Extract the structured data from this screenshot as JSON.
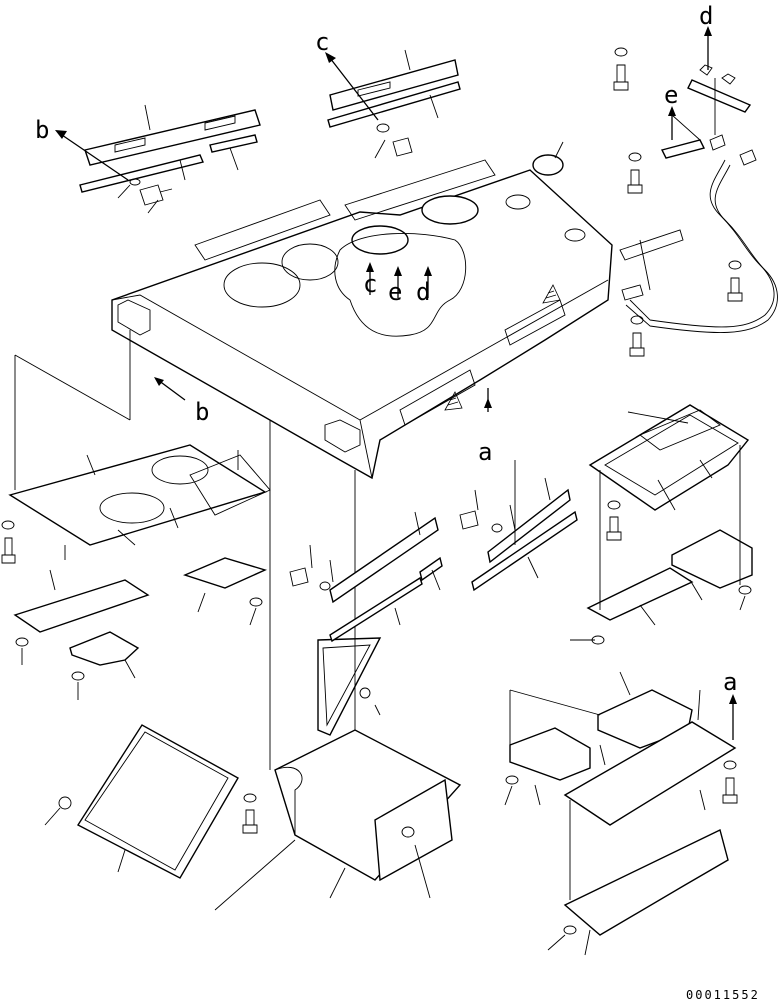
{
  "reference_letters": {
    "a": "a",
    "b": "b",
    "c": "c",
    "d": "d",
    "e": "e"
  },
  "drawing_number": "00011552"
}
